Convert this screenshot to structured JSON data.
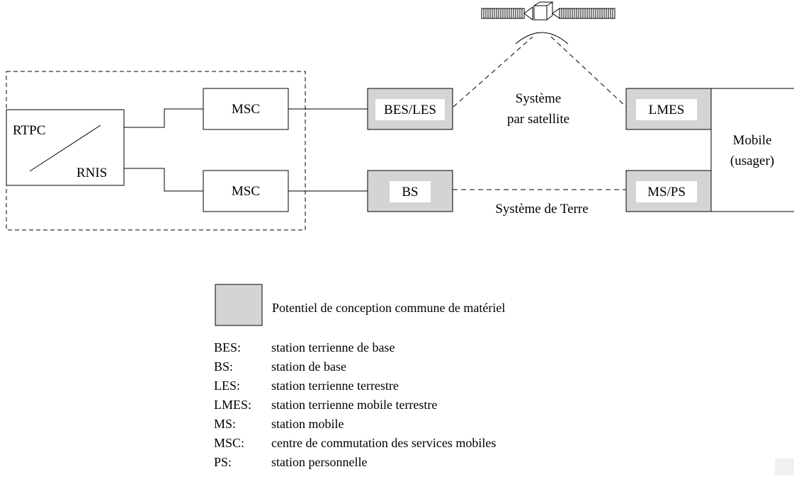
{
  "nodes": {
    "rtpc": "RTPC",
    "rnis": "RNIS",
    "msc_top": "MSC",
    "msc_bottom": "MSC",
    "bes_les": "BES/LES",
    "bs": "BS",
    "lmes": "LMES",
    "ms_ps": "MS/PS",
    "mobile_line1": "Mobile",
    "mobile_line2": "(usager)"
  },
  "labels": {
    "satellite_line1": "Système",
    "satellite_line2": "par satellite",
    "terrestrial": "Système de Terre"
  },
  "legend": {
    "shaded_text": "Potentiel de conception commune de matériel",
    "items": [
      {
        "abbr": "BES:",
        "desc": "station terrienne de base"
      },
      {
        "abbr": "BS:",
        "desc": "station de base"
      },
      {
        "abbr": "LES:",
        "desc": "station terrienne terrestre"
      },
      {
        "abbr": "LMES:",
        "desc": "station terrienne mobile terrestre"
      },
      {
        "abbr": "MS:",
        "desc": "station mobile"
      },
      {
        "abbr": "MSC:",
        "desc": "centre de commutation des services mobiles"
      },
      {
        "abbr": "PS:",
        "desc": "station personnelle"
      }
    ]
  },
  "colors": {
    "shaded": "#d4d4d4",
    "line": "#000000"
  }
}
